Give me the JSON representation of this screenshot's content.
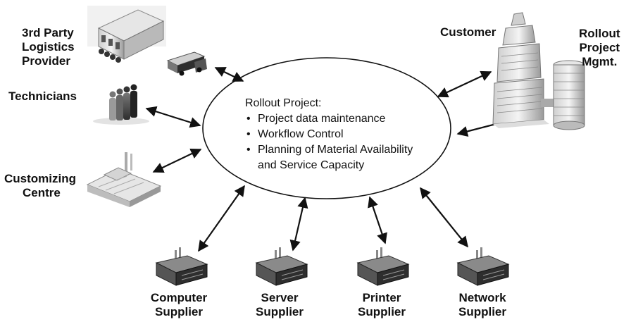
{
  "center": {
    "title": "Rollout Project:",
    "bullets": [
      "Project data maintenance",
      "Workflow Control",
      "Planning of Material Availability"
    ],
    "bullet_continuation": "and Service Capacity"
  },
  "nodes": {
    "logistics": {
      "lines": [
        "3rd Party",
        "Logistics",
        "Provider"
      ],
      "icon": "warehouse-truck-icon"
    },
    "technicians": {
      "lines": [
        "Technicians"
      ],
      "icon": "people-icon"
    },
    "customizing": {
      "lines": [
        "Customizing",
        "Centre"
      ],
      "icon": "factory-icon"
    },
    "customer": {
      "lines": [
        "Customer"
      ],
      "icon": "office-tower-icon"
    },
    "rollout_mgmt": {
      "lines": [
        "Rollout",
        "Project",
        "Mgmt."
      ],
      "icon": "round-tower-icon"
    },
    "computer": {
      "lines": [
        "Computer",
        "Supplier"
      ],
      "icon": "factory-icon"
    },
    "server": {
      "lines": [
        "Server",
        "Supplier"
      ],
      "icon": "factory-icon"
    },
    "printer": {
      "lines": [
        "Printer",
        "Supplier"
      ],
      "icon": "factory-icon"
    },
    "network": {
      "lines": [
        "Network",
        "Supplier"
      ],
      "icon": "factory-icon"
    }
  }
}
